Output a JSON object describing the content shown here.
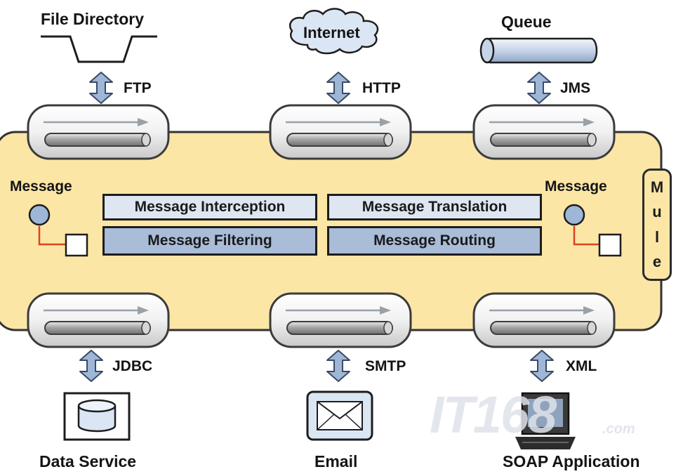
{
  "colors": {
    "bus_fill": "#fbe6a6",
    "bus_border": "#333333",
    "box_light": "#dde6f1",
    "box_dark": "#a9bcd8",
    "arrow_fill": "#9fb7d6",
    "connector_red": "#d9441c"
  },
  "endpoints": {
    "file_directory": "File Directory",
    "internet": "Internet",
    "queue": "Queue",
    "data_service": "Data Service",
    "email": "Email",
    "soap_application": "SOAP Application"
  },
  "protocols": {
    "ftp": "FTP",
    "http": "HTTP",
    "jms": "JMS",
    "jdbc": "JDBC",
    "smtp": "SMTP",
    "xml": "XML"
  },
  "message": {
    "left": "Message",
    "right": "Message"
  },
  "services": {
    "interception": "Message Interception",
    "translation": "Message Translation",
    "filtering": "Message Filtering",
    "routing": "Message Routing"
  },
  "mule_letters": [
    "M",
    "u",
    "l",
    "e"
  ],
  "watermark": {
    "logo": "IT168",
    "domain": ".com"
  },
  "icons": {
    "file_directory": "file-directory-icon",
    "internet": "cloud-icon",
    "queue": "queue-pipe-icon",
    "data_service": "database-icon",
    "email": "envelope-icon",
    "soap_application": "computer-icon",
    "connector": "channel-pipe-icon",
    "arrow": "double-arrow-icon"
  }
}
